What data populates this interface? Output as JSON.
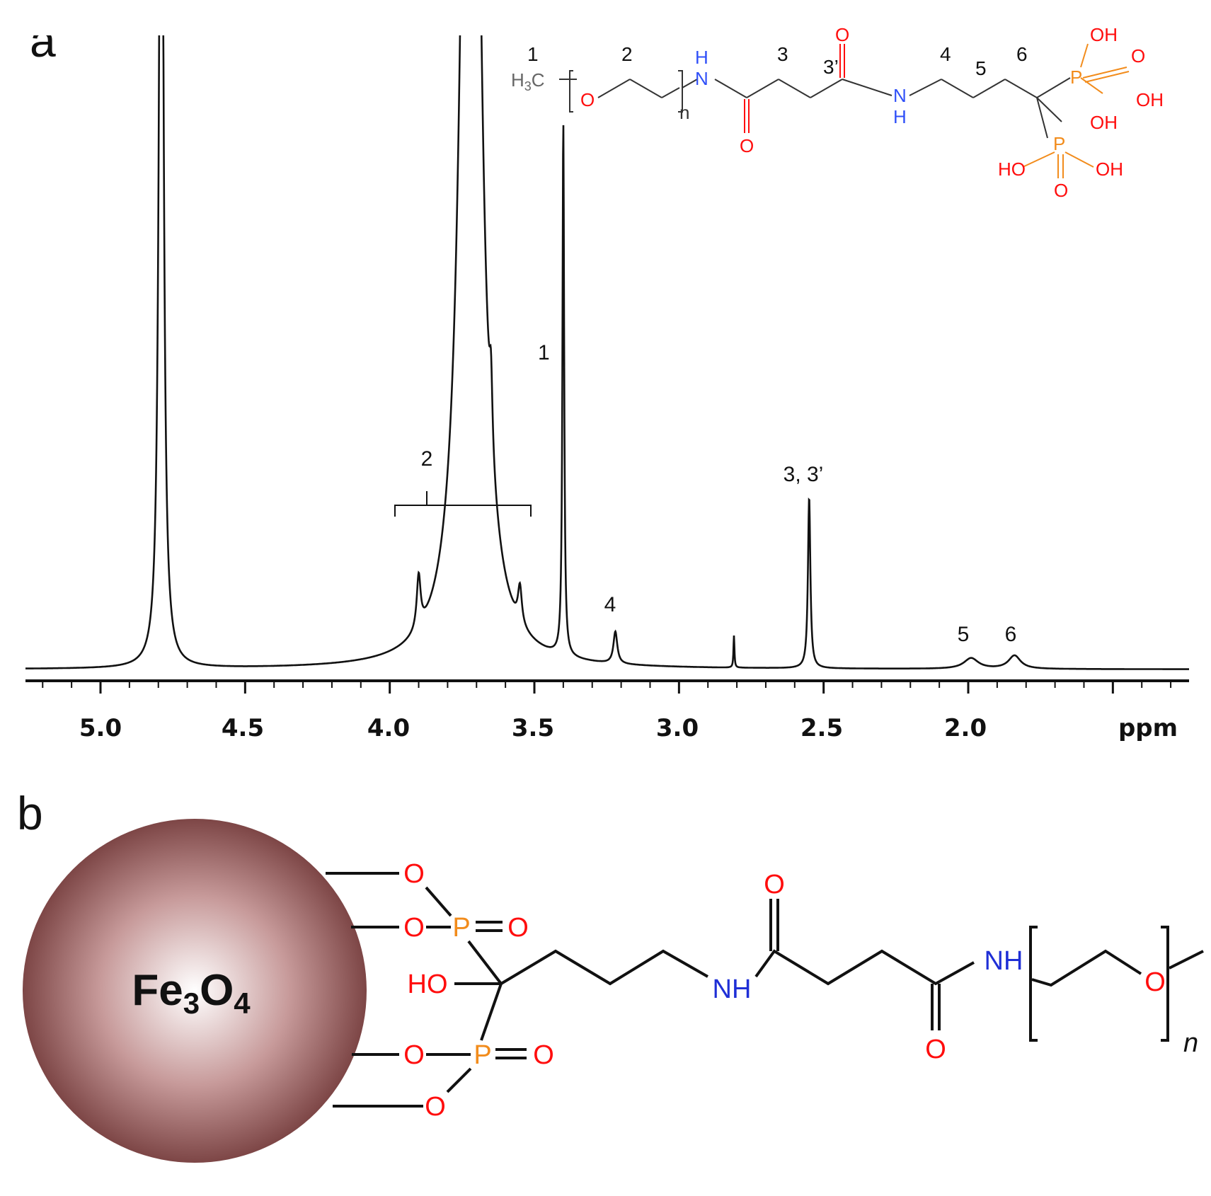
{
  "panel_a": {
    "letter": "a",
    "axis_unit": "ppm",
    "x_ticks": [
      "5.0",
      "4.5",
      "4.0",
      "3.5",
      "3.0",
      "2.5",
      "2.0"
    ],
    "peak_labels": [
      "1",
      "2",
      "3, 3’",
      "4",
      "5",
      "6"
    ],
    "structure": {
      "numbers": [
        "1",
        "2",
        "3",
        "3’",
        "4",
        "5",
        "6"
      ],
      "atoms": {
        "methyl": "H3C",
        "methyl_main": "H",
        "methyl_sub": "3",
        "methyl_tail": "C",
        "ether_o": "O",
        "repeat": "n",
        "nh_n": "N",
        "nh_h": "H",
        "oxygen": "O",
        "oh": "OH",
        "ho": "HO",
        "phosphorus": "P"
      }
    }
  },
  "panel_b": {
    "letter": "b",
    "core_main": "Fe",
    "core_sub1": "3",
    "core_o": "O",
    "core_sub2": "4",
    "atoms": {
      "oxygen": "O",
      "phosphorus": "P",
      "ho": "HO",
      "nh": "NH",
      "repeat": "n"
    }
  },
  "colors": {
    "oxygen": "#ff0d0d",
    "nitrogen": "#3050f8",
    "phosphorus": "#f28c1c",
    "core": "#7d4646",
    "spectrum": "#111111"
  },
  "chart_data": {
    "type": "line",
    "xlabel": "ppm",
    "xlim": [
      5.25,
      1.25
    ],
    "x_reversed": true,
    "x_ticks": [
      5.0,
      4.5,
      4.0,
      3.5,
      3.0,
      2.5,
      2.0
    ],
    "y_axis": "none",
    "peaks": [
      {
        "ppm": 4.79,
        "relative_height": 2.2,
        "label": ""
      },
      {
        "ppm": 3.72,
        "relative_height": 3.0,
        "label": "2 (truncated)"
      },
      {
        "ppm": 3.9,
        "relative_height": 0.1,
        "label": "2"
      },
      {
        "ppm": 3.65,
        "relative_height": 0.13,
        "label": "2"
      },
      {
        "ppm": 3.55,
        "relative_height": 0.07,
        "label": "2"
      },
      {
        "ppm": 3.4,
        "relative_height": 1.0,
        "label": "1"
      },
      {
        "ppm": 3.22,
        "relative_height": 0.06,
        "label": "4"
      },
      {
        "ppm": 2.81,
        "relative_height": 0.06,
        "label": ""
      },
      {
        "ppm": 2.55,
        "relative_height": 0.32,
        "label": "3, 3’"
      },
      {
        "ppm": 1.99,
        "relative_height": 0.02,
        "label": "5"
      },
      {
        "ppm": 1.84,
        "relative_height": 0.025,
        "label": "6"
      }
    ]
  }
}
